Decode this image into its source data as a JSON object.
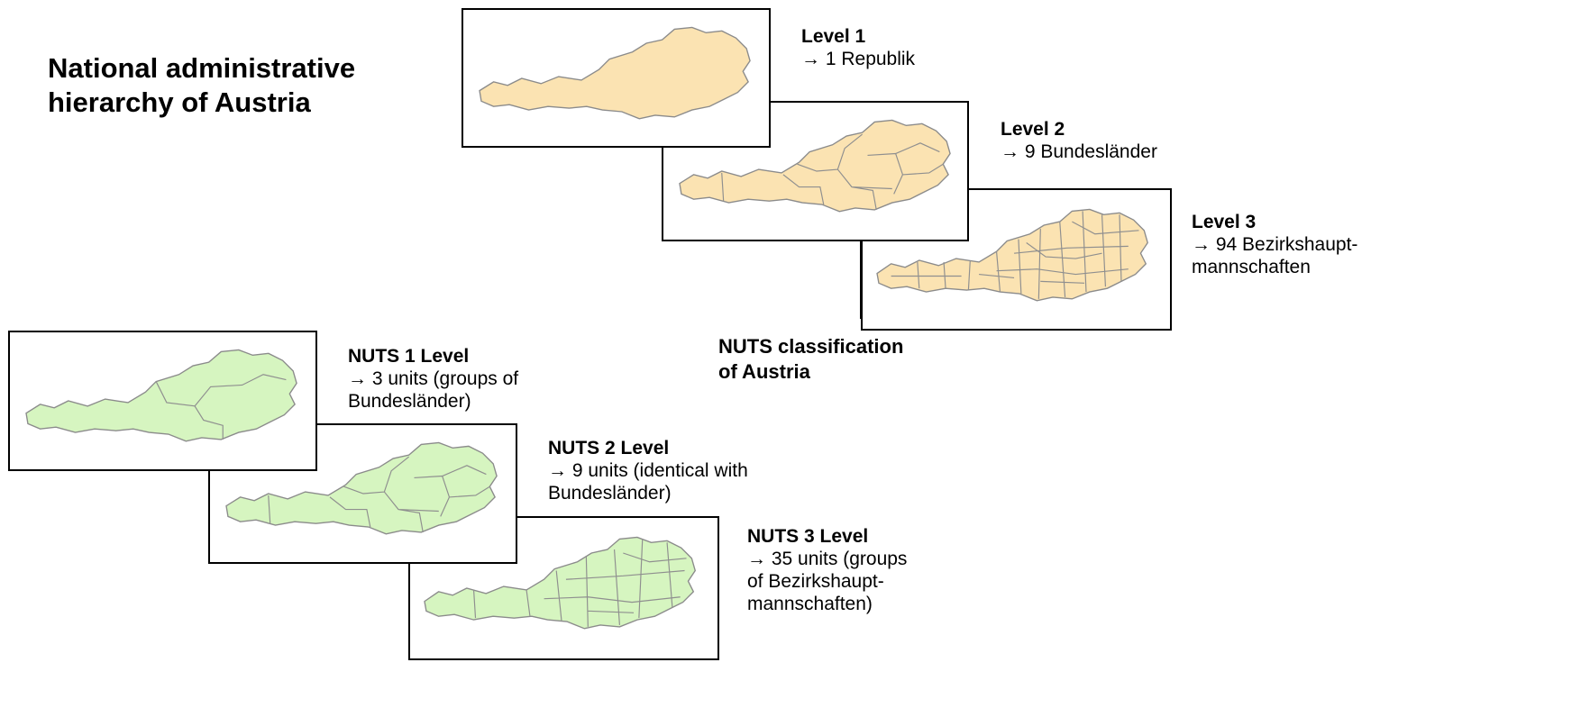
{
  "diagram": {
    "national": {
      "title": "National administrative\nhierarchy of Austria",
      "map_fill": "#fbe3b2",
      "levels": [
        {
          "heading": "Level 1",
          "lines": [
            "→ 1 Republik"
          ]
        },
        {
          "heading": "Level 2",
          "lines": [
            "→ 9 Bundesländer"
          ]
        },
        {
          "heading": "Level 3",
          "lines": [
            "→ 94 Bezirkshaupt-",
            "mannschaften"
          ]
        }
      ]
    },
    "nuts": {
      "title": "NUTS classification\nof Austria",
      "map_fill": "#d6f5c0",
      "levels": [
        {
          "heading": "NUTS 1 Level",
          "lines": [
            "→ 3 units (groups of",
            "Bundesländer)"
          ]
        },
        {
          "heading": "NUTS 2 Level",
          "lines": [
            "→ 9 units (identical with",
            "Bundesländer)"
          ]
        },
        {
          "heading": "NUTS 3 Level",
          "lines": [
            "→ 35 units (groups",
            "of Bezirkshaupt-",
            "mannschaften)"
          ]
        }
      ]
    }
  }
}
